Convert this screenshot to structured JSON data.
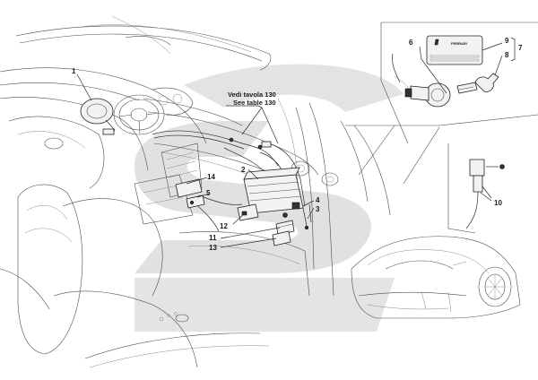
{
  "watermark_color": "#d9d9d9",
  "callouts": {
    "n1": "1",
    "n2": "2",
    "n3": "3",
    "n4": "4",
    "n5": "5",
    "n6": "6",
    "n7": "7",
    "n8": "8",
    "n9": "9",
    "n10": "10",
    "n11": "11",
    "n12": "12",
    "n13": "13",
    "n14": "14"
  },
  "reference_note": {
    "line1": "Vedi tavola 130",
    "line2": "See table 130"
  },
  "key_tag_logo": "FERRARI"
}
